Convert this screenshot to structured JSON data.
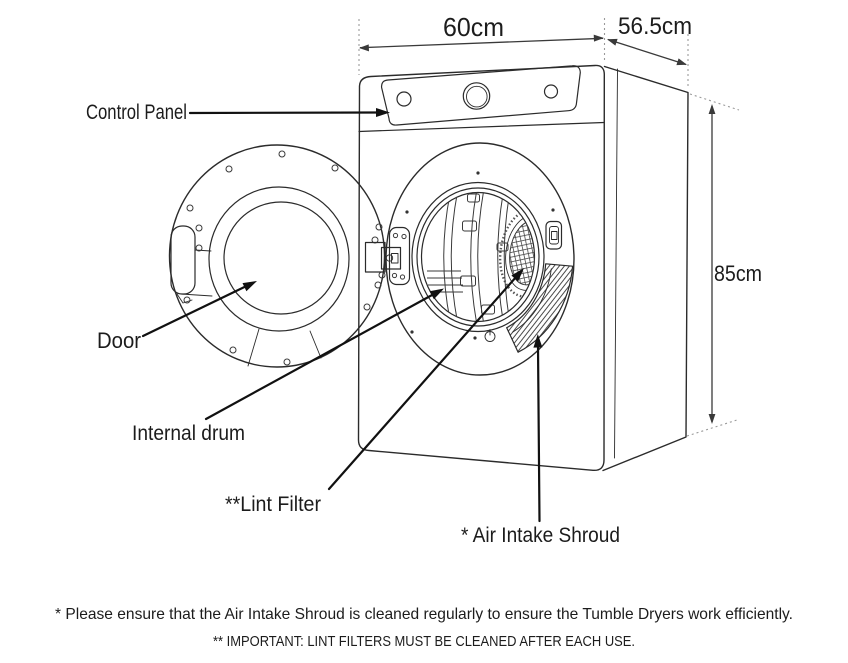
{
  "labels": {
    "control_panel": "Control Panel",
    "door": "Door",
    "internal_drum": "Internal drum",
    "lint_filter": "**Lint Filter",
    "air_intake_shroud": "* Air Intake Shroud"
  },
  "dimensions": {
    "width": "60cm",
    "depth": "56.5cm",
    "height": "85cm"
  },
  "footnotes": {
    "air_intake": "* Please ensure that the Air Intake Shroud is cleaned regularly to ensure the Tumble Dryers work efficiently.",
    "lint_filter": "** IMPORTANT: LINT FILTERS MUST BE CLEANED AFTER EACH USE."
  },
  "colors": {
    "background": "#ffffff",
    "line": "#2b2b2b",
    "leader": "#111111",
    "text": "#1c1c1c",
    "extension": "#9a9a9a"
  }
}
